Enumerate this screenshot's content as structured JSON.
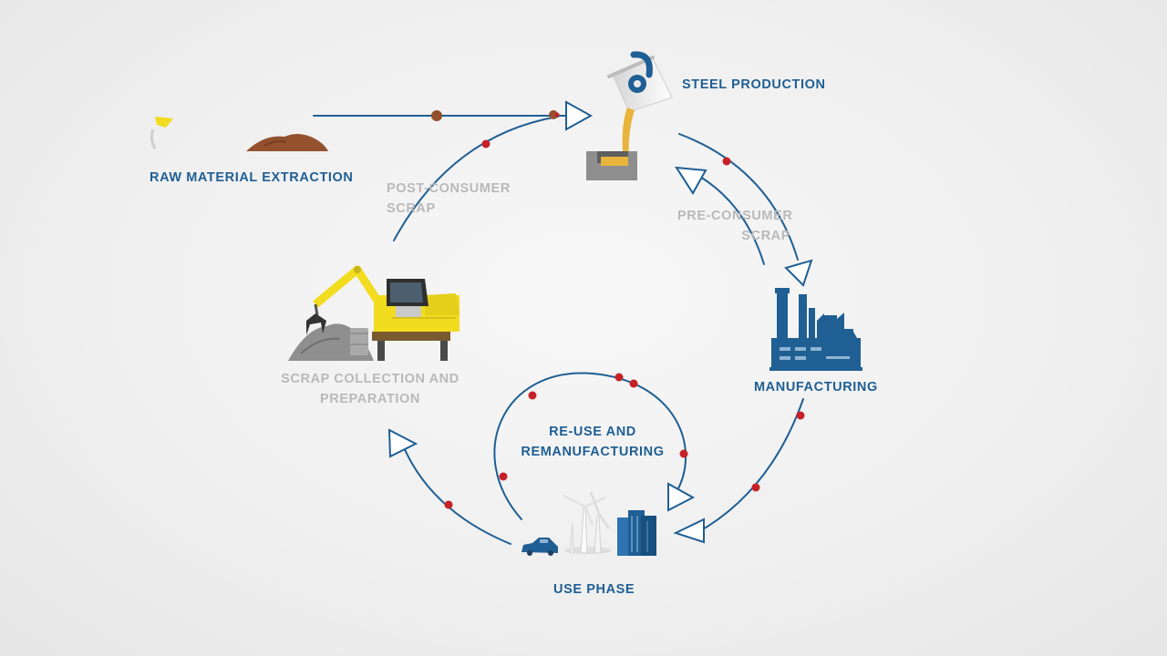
{
  "stages": {
    "raw_material": "RAW MATERIAL EXTRACTION",
    "steel_production": "STEEL PRODUCTION",
    "manufacturing": "MANUFACTURING",
    "use_phase": "USE PHASE",
    "reuse_line1": "RE-USE AND",
    "reuse_line2": "REMANUFACTURING",
    "scrap_collection_line1": "SCRAP COLLECTION AND",
    "scrap_collection_line2": "PREPARATION"
  },
  "flows": {
    "post_consumer_line1": "POST-CONSUMER",
    "post_consumer_line2": "SCRAP",
    "pre_consumer_line1": "PRE-CONSUMER",
    "pre_consumer_line2": "SCRAP"
  },
  "colors": {
    "primary_blue": "#1f5f94",
    "label_gray": "#b9b9b9",
    "marker_red": "#c62127",
    "machine_yellow": "#f2dc1f",
    "molten_steel": "#e8b43c",
    "ore_brown": "#93512e"
  },
  "icons": [
    "ladle-icon",
    "excavator-icon",
    "factory-icon",
    "car-icon",
    "wind-turbine-icon",
    "buildings-icon",
    "ore-pile-icon"
  ]
}
